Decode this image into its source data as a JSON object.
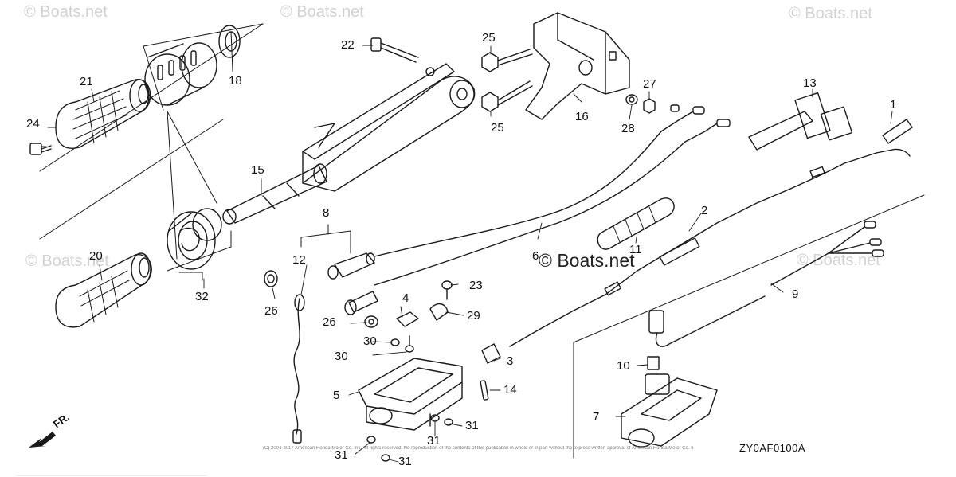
{
  "watermarks": [
    "© Boats.net",
    "© Boats.net",
    "© Boats.net",
    "© Boats.net",
    "© Boats.net"
  ],
  "center_watermark": "© Boats.net",
  "diagram_code": "ZY0AF0100A",
  "front_label": "FR.",
  "copyright": "(C) 2004-2017 American Honda Motor Co. Inc. All rights reserved. No reproduction of the contents of this publication in whole or in part without the express written approval of American Honda Motor Co. Inc. Page design (c) 2004 - 2017 by ARI Network Services, Inc.",
  "callouts": [
    "1",
    "2",
    "3",
    "4",
    "5",
    "6",
    "7",
    "8",
    "9",
    "10",
    "11",
    "12",
    "13",
    "14",
    "15",
    "16",
    "18",
    "20",
    "21",
    "22",
    "23",
    "24",
    "25",
    "25",
    "26",
    "26",
    "27",
    "28",
    "29",
    "30",
    "30",
    "31",
    "31",
    "31",
    "31",
    "32"
  ]
}
